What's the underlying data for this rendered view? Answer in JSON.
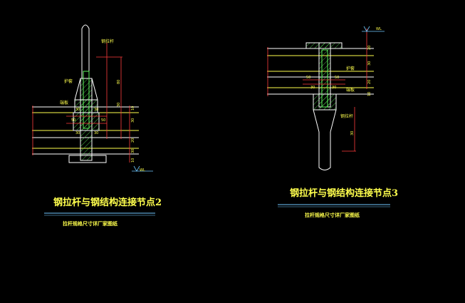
{
  "node2": {
    "title": "钢拉杆与钢结构连接节点2",
    "subtitle": "拉杆规格尺寸详厂家图纸",
    "top_label": "钢拉杆",
    "side_labels": [
      "护套",
      "端板"
    ],
    "dims": [
      "10",
      "30",
      "20",
      "30",
      "80",
      "30",
      "50",
      "50",
      "30",
      "30",
      "30",
      "30",
      "10"
    ],
    "level_label": "WL"
  },
  "node3": {
    "title": "钢拉杆与钢结构连接节点3",
    "subtitle": "拉杆规格尺寸详厂家图纸",
    "bottom_label": "钢拉杆",
    "side_labels": [
      "护套",
      "端板"
    ],
    "dims": [
      "20",
      "30",
      "50",
      "50",
      "30",
      "30",
      "20",
      "30",
      "10"
    ],
    "level_label": "WL"
  },
  "colors": {
    "background": "#000000",
    "steel": "#ffffff",
    "plate_line": "#ffff4d",
    "dimension": "#ff3b3b",
    "text": "#ffff4d",
    "hatch": "#5cf05c",
    "outline_blue": "#6fc8ff",
    "title_underline": "#6fc8ff"
  }
}
